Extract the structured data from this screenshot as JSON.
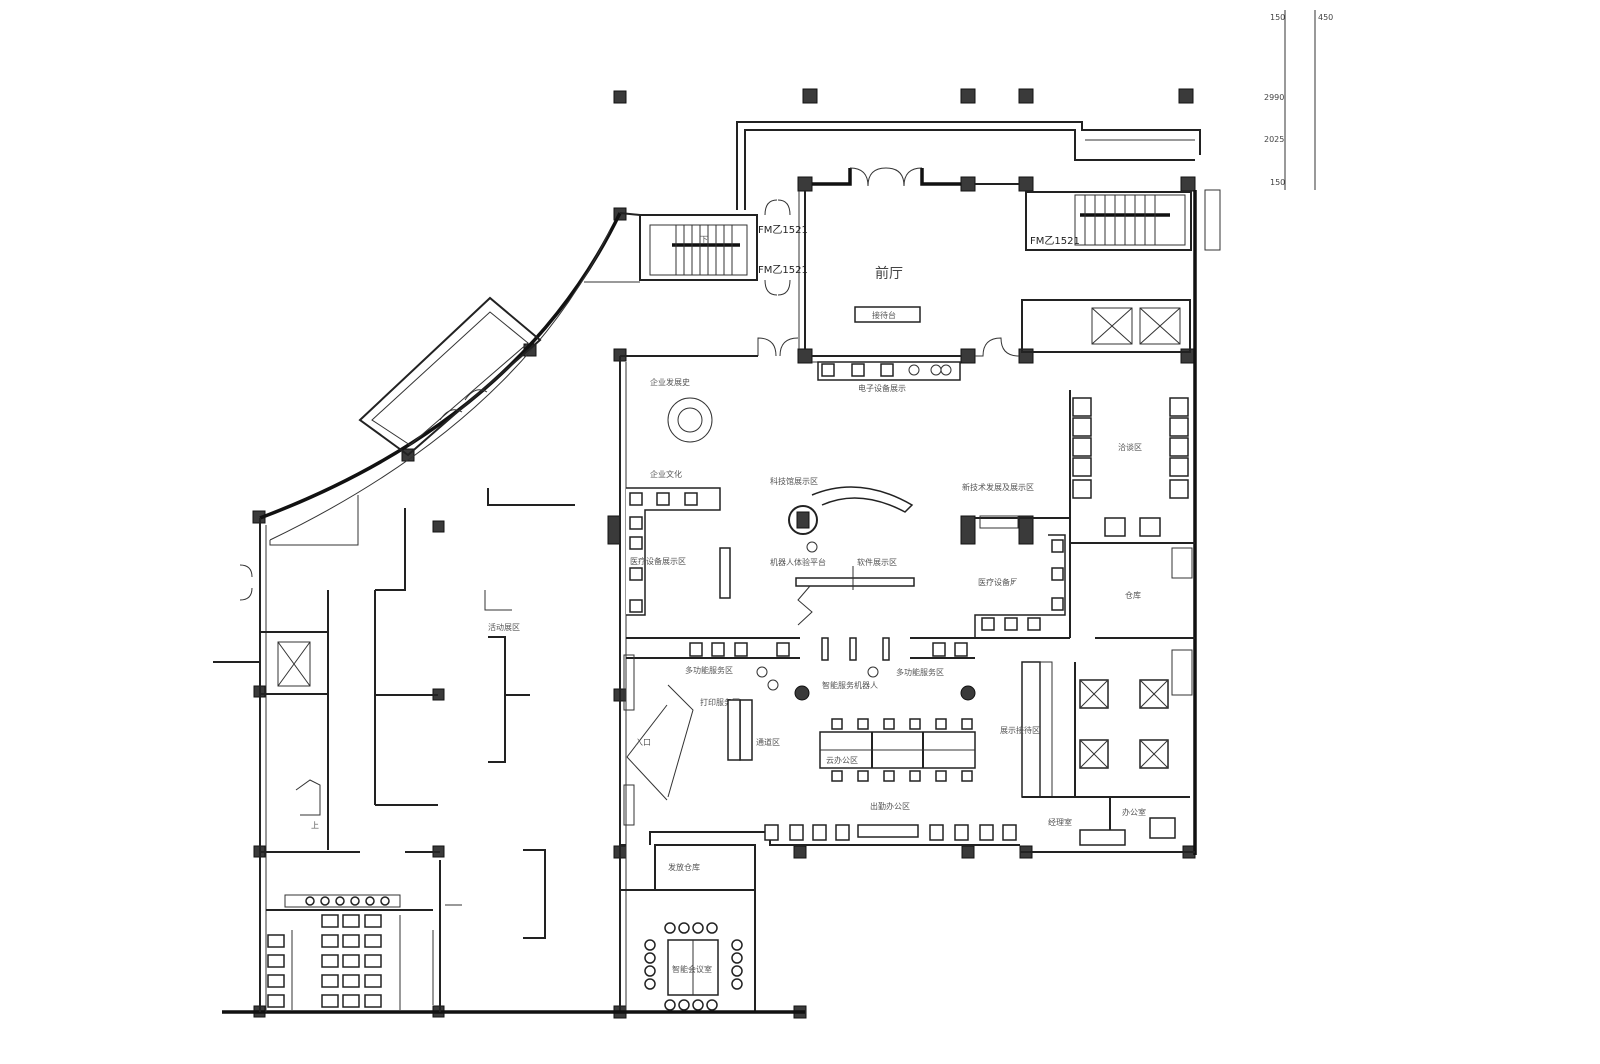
{
  "plan": {
    "rooms": {
      "lobby": "前厅",
      "reception_desk": "接待台",
      "history": "企业发展史",
      "culture": "企业文化",
      "display": "电子设备展示",
      "tech": "科技馆展示区",
      "robot": "机器人体验平台",
      "software": "软件展示区",
      "medical": "医疗设备展示区",
      "new_tech": "新技术发展及展示区",
      "lounge": "洽谈区",
      "storage": "仓库",
      "service_left": "多功能服务区",
      "service_right": "多功能服务区",
      "smart_access": "智能服务机器人",
      "cloud_office": "云办公区",
      "attendance_office": "出勤办公区",
      "print_area": "打印服务区",
      "meeting_left": "展示接待区",
      "entrance": "入口",
      "flow": "通道区",
      "warehouse": "发放仓库",
      "conference": "智能会议室",
      "manager": "经理室",
      "office": "办公室",
      "flow_zone": "活动展区",
      "up": "上",
      "down": "下"
    },
    "doors": {
      "fire_door_1": "FM乙1521",
      "fire_door_2": "FM乙1521",
      "fire_door_3": "FM乙1521"
    },
    "dimensions": [
      "150",
      "2990",
      "2025",
      "150",
      "450"
    ]
  }
}
